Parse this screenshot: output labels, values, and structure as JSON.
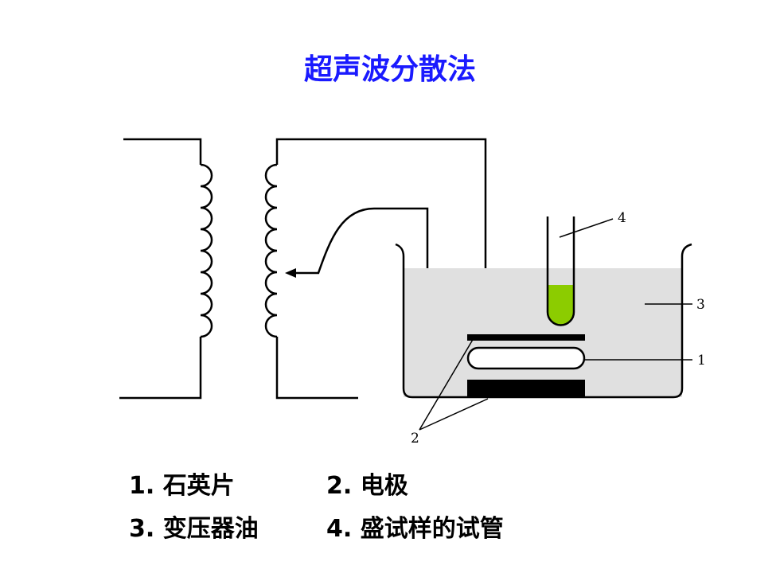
{
  "title": "超声波分散法",
  "callouts": {
    "c1": "1",
    "c2": "2",
    "c3": "3",
    "c4": "4"
  },
  "legend": {
    "item1": "1. 石英片",
    "item2": "2. 电极",
    "item3": "3. 变压器油",
    "item4": "4. 盛试样的试管"
  },
  "colors": {
    "title": "#1a1aff",
    "oil": "#e0e0e0",
    "sample": "#8ccc00"
  },
  "icons": {
    "coil": "coil-icon",
    "arrow": "arrow-icon"
  }
}
